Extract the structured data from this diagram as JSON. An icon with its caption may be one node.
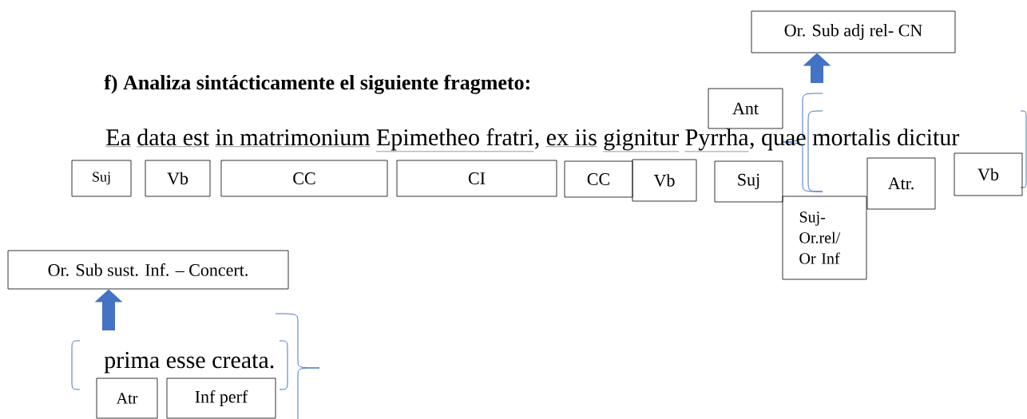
{
  "diagram": {
    "title": "f) Analiza sintácticamente el siguiente fragmeto:",
    "nodes": [
      {
        "text": [
          "Or. Sub adj rel- CN"
        ]
      },
      {
        "text": [
          "Ant"
        ]
      },
      {
        "text": [
          "Suj"
        ]
      },
      {
        "text": [
          "Vb"
        ]
      },
      {
        "text": [
          "CC"
        ]
      },
      {
        "text": [
          "CI"
        ]
      },
      {
        "text": [
          "CC"
        ]
      },
      {
        "text": [
          "Vb"
        ]
      },
      {
        "text": [
          "Suj"
        ]
      },
      {
        "text": [
          "Atr."
        ]
      },
      {
        "text": [
          "Vb"
        ]
      },
      {
        "text": [
          "Suj- Or.rel/ Or Inf"
        ]
      },
      {
        "text": [
          "Or. Sub sust. Inf. – Concert."
        ]
      },
      {
        "text": [
          "Atr"
        ]
      },
      {
        "text": [
          "Inf perf"
        ]
      }
    ],
    "edges": [
      {
        "from": null,
        "to": 0,
        "arrow": "to"
      },
      {
        "from": null,
        "to": 12,
        "arrow": "to"
      }
    ],
    "labels": [
      "Ea",
      "data est",
      "in matrimonium",
      "Epimetheo fratri",
      ",",
      "ex iis",
      "gignitur",
      "Pyrrha",
      ", quae mortalis dicitur",
      "prima esse creata."
    ]
  }
}
